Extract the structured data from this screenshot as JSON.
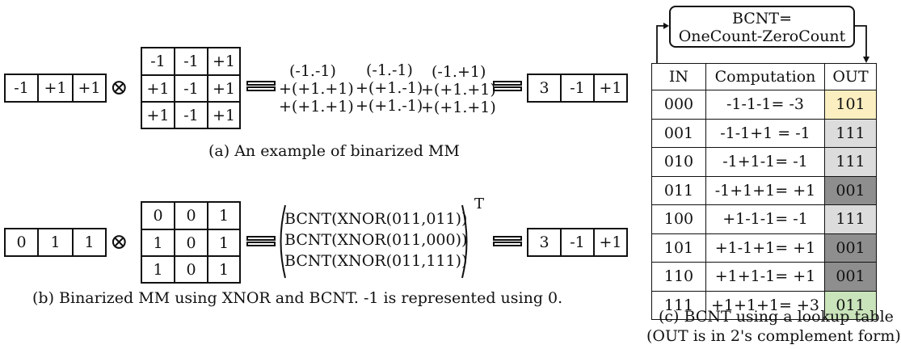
{
  "part_a": {
    "vector": [
      "-1",
      "+1",
      "+1"
    ],
    "matrix": [
      [
        "-1",
        "-1",
        "+1"
      ],
      [
        "+1",
        "-1",
        "+1"
      ],
      [
        "+1",
        "-1",
        "+1"
      ]
    ],
    "op_symbol": "⊗",
    "col1": [
      "(-1.-1)",
      "+(+1.+1)",
      "+(+1.+1)"
    ],
    "col2": [
      "(-1.-1)",
      "+(+1.-1)",
      "+(+1.-1)"
    ],
    "col3": [
      "(-1.+1)",
      "+(+1.+1)",
      "+(+1.+1)"
    ],
    "result": [
      "3",
      "-1",
      "+1"
    ],
    "caption": "(a) An example of binarized MM"
  },
  "part_b": {
    "vector": [
      "0",
      "1",
      "1"
    ],
    "matrix": [
      [
        "0",
        "0",
        "1"
      ],
      [
        "1",
        "0",
        "1"
      ],
      [
        "1",
        "0",
        "1"
      ]
    ],
    "op_symbol": "⊗",
    "rows": [
      "BCNT(XNOR(011,011))",
      "BCNT(XNOR(011,000))",
      "BCNT(XNOR(011,111))"
    ],
    "transpose": "T",
    "result": [
      "3",
      "-1",
      "+1"
    ],
    "caption": "(b) Binarized MM using XNOR and BCNT. -1 is represented using 0."
  },
  "part_c": {
    "formula_line1": "BCNT=",
    "formula_line2": "OneCount-ZeroCount",
    "headers": [
      "IN",
      "Computation",
      "OUT"
    ],
    "rows": [
      {
        "in": "000",
        "comp": "-1-1-1= -3",
        "out": "101",
        "color": "#fbeec0"
      },
      {
        "in": "001",
        "comp": "-1-1+1 = -1",
        "out": "111",
        "color": "#dcdcdc"
      },
      {
        "in": "010",
        "comp": "-1+1-1= -1",
        "out": "111",
        "color": "#dcdcdc"
      },
      {
        "in": "011",
        "comp": "-1+1+1= +1",
        "out": "001",
        "color": "#8e8e8e"
      },
      {
        "in": "100",
        "comp": "+1-1-1= -1",
        "out": "111",
        "color": "#dcdcdc"
      },
      {
        "in": "101",
        "comp": "+1-1+1= +1",
        "out": "001",
        "color": "#8e8e8e"
      },
      {
        "in": "110",
        "comp": "+1+1-1= +1",
        "out": "001",
        "color": "#8e8e8e"
      },
      {
        "in": "111",
        "comp": "+1+1+1= +3",
        "out": "011",
        "color": "#c9e3ba"
      }
    ],
    "caption_line1": "(c) BCNT using a lookup table",
    "caption_line2": "(OUT is in 2's complement form)"
  }
}
